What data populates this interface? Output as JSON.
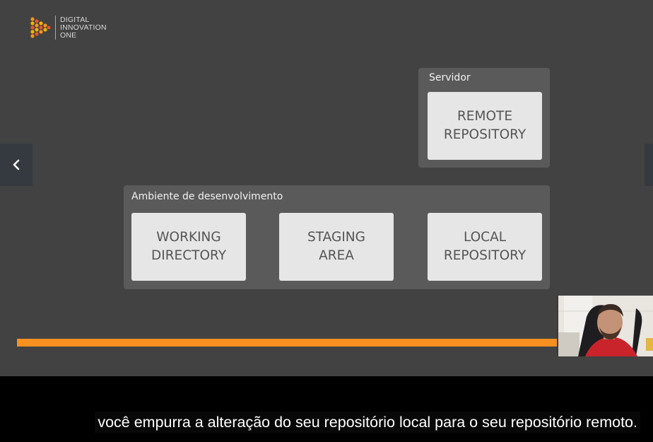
{
  "logo": {
    "line1": "DIGITAL",
    "line2": "INNOVATION",
    "line3": "ONE"
  },
  "diagram": {
    "server_group": {
      "title": "Servidor",
      "boxes": [
        {
          "label": "REMOTE\nREPOSITORY"
        }
      ]
    },
    "dev_group": {
      "title": "Ambiente de desenvolvimento",
      "boxes": [
        {
          "label": "WORKING\nDIRECTORY"
        },
        {
          "label": "STAGING\nAREA"
        },
        {
          "label": "LOCAL\nREPOSITORY"
        }
      ]
    }
  },
  "navigation": {
    "prev_icon": "chevron-left-icon",
    "next_icon": "chevron-right-icon"
  },
  "progress": {
    "fraction": 0.87,
    "color": "#f7901e"
  },
  "caption": {
    "text": "você empurra a alteração do seu repositório local para o seu repositório remoto."
  },
  "colors": {
    "background": "#424242",
    "group": "#5a5a5a",
    "box": "#e6e6e6",
    "accent": "#f7901e"
  }
}
